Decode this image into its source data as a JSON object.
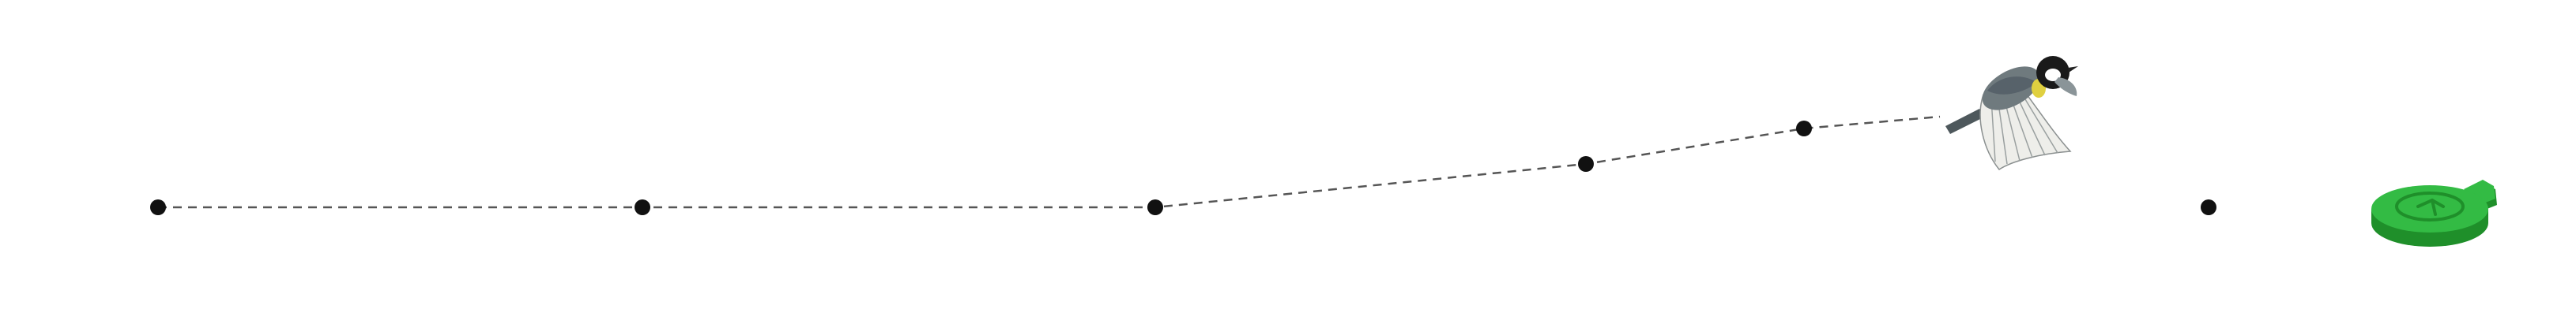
{
  "diagram": {
    "waypoints": [
      {
        "id": "point-1"
      },
      {
        "id": "point-2"
      },
      {
        "id": "point-3"
      },
      {
        "id": "point-4"
      },
      {
        "id": "point-5"
      },
      {
        "id": "point-6"
      }
    ],
    "icons": {
      "bird": "flying-bird-icon",
      "target": "green-target-disc-icon"
    },
    "colors": {
      "dot": "#111111",
      "path": "#555555",
      "disc_light": "#33bb44",
      "disc_dark": "#1f8f2a",
      "bird_body": "#6f7a7e",
      "bird_wing": "#eeeeea",
      "bird_head": "#1a1a1a",
      "bird_accent": "#e0d040"
    }
  }
}
